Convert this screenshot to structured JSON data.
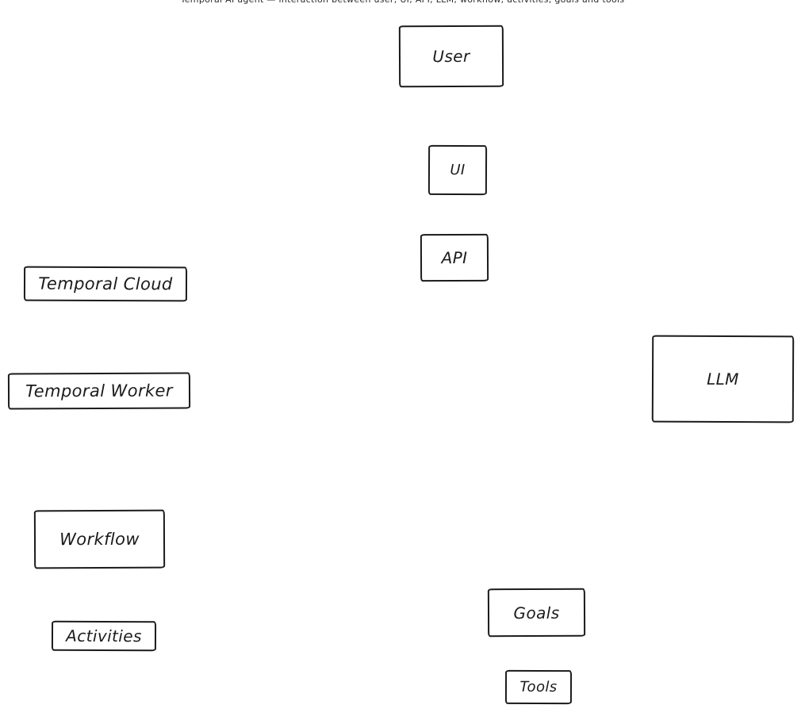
{
  "page": {
    "background": "#ffffff",
    "top_caption": "Temporal AI agent — interaction between user, UI, API, LLM, workflow, activities, goals and tools"
  },
  "diagram": {
    "type": "flow-diagram",
    "style": "hand-drawn",
    "stroke_color": "#1b1b1b",
    "fill_color": "#ffffff",
    "nodes": [
      {
        "id": "user",
        "label": "User"
      },
      {
        "id": "ui",
        "label": "UI"
      },
      {
        "id": "api",
        "label": "API"
      },
      {
        "id": "temporal-cloud",
        "label": "Temporal Cloud"
      },
      {
        "id": "temporal-worker",
        "label": "Temporal Worker"
      },
      {
        "id": "llm",
        "label": "LLM"
      },
      {
        "id": "workflow",
        "label": "Workflow"
      },
      {
        "id": "activities",
        "label": "Activities"
      },
      {
        "id": "goals",
        "label": "Goals"
      },
      {
        "id": "tools",
        "label": "Tools"
      }
    ]
  }
}
